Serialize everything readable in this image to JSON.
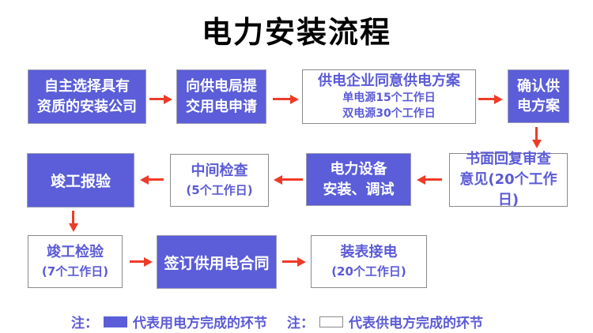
{
  "title": "电力安装流程",
  "colors": {
    "box_blue": "#5b5ed8",
    "accent_text": "#5b5bd6",
    "arrow_red": "#ee3b28",
    "border_gray": "#8a8a8a"
  },
  "boxes": {
    "choose_company": {
      "lines": [
        "自主选择具有",
        "资质的安装公司"
      ]
    },
    "submit_application": {
      "lines": [
        "向供电局提",
        "交用电申请"
      ]
    },
    "approve_plan": {
      "lines": [
        "供电企业同意供电方案",
        "单电源15个工作日",
        "双电源30个工作日"
      ]
    },
    "confirm_plan": {
      "lines": [
        "确认供",
        "电方案"
      ]
    },
    "written_reply": {
      "lines": [
        "书面回复审查",
        "意见(20个工作日)"
      ]
    },
    "equipment_install": {
      "lines": [
        "电力设备",
        "安装、调试"
      ]
    },
    "intermediate_check": {
      "lines": [
        "中间检查",
        "(5个工作日)"
      ]
    },
    "completion_report": {
      "lines": [
        "竣工报验"
      ]
    },
    "completion_inspection": {
      "lines": [
        "竣工检验",
        "(7个工作日)"
      ]
    },
    "sign_contract": {
      "lines": [
        "签订供用电合同"
      ]
    },
    "meter_connection": {
      "lines": [
        "装表接电",
        "(20个工作日)"
      ]
    }
  },
  "legend": {
    "item1": {
      "prefix": "注：",
      "label": "代表用电方完成的环节"
    },
    "item2": {
      "prefix": "注：",
      "label": "代表供电方完成的环节"
    }
  }
}
